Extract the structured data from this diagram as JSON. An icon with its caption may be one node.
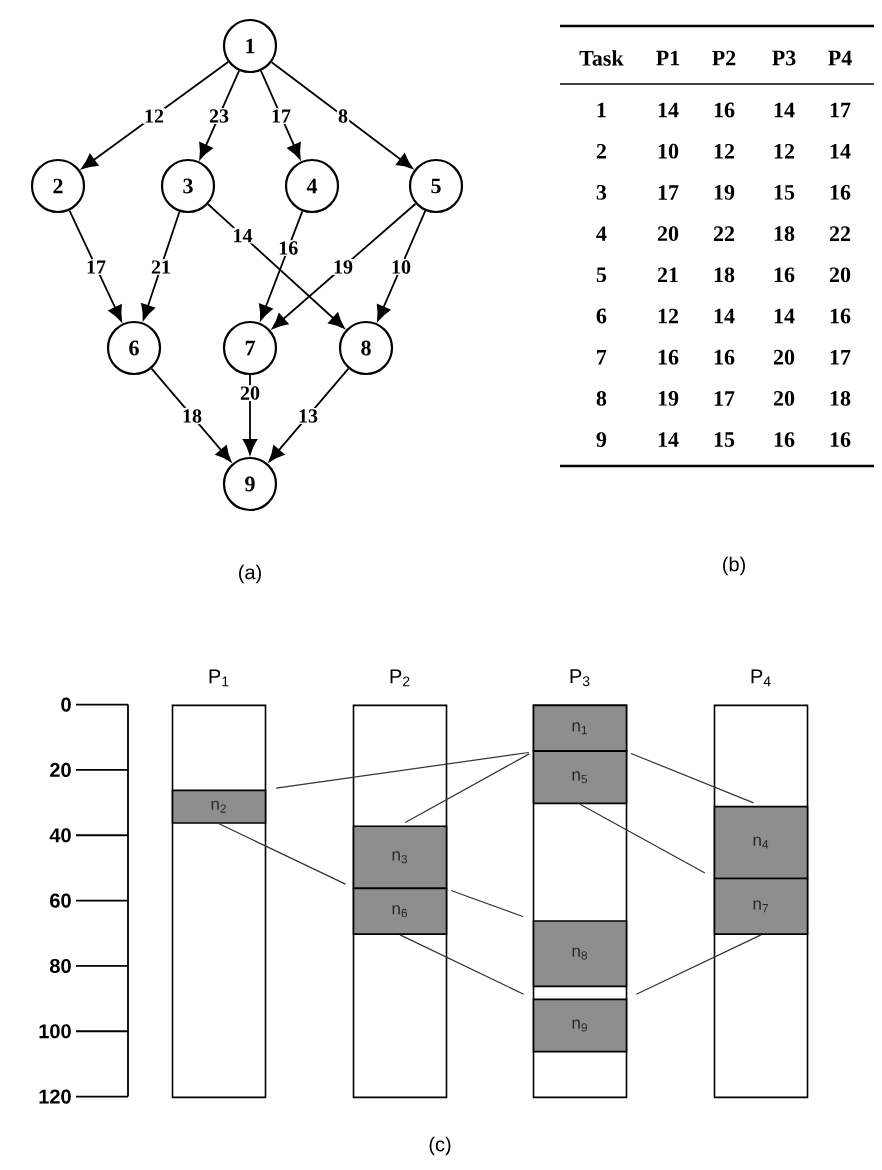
{
  "diagram": {
    "nodes": [
      {
        "text": [
          "1"
        ]
      },
      {
        "text": [
          "2"
        ]
      },
      {
        "text": [
          "3"
        ]
      },
      {
        "text": [
          "4"
        ]
      },
      {
        "text": [
          "5"
        ]
      },
      {
        "text": [
          "6"
        ]
      },
      {
        "text": [
          "7"
        ]
      },
      {
        "text": [
          "8"
        ]
      },
      {
        "text": [
          "9"
        ]
      },
      {
        "text": [
          "P$_{1}$"
        ]
      },
      {
        "text": [
          "n$_{2}$"
        ],
        "in": 9
      },
      {
        "text": [
          "P$_{2}$"
        ]
      },
      {
        "text": [
          "n$_{3}$"
        ],
        "in": 11
      },
      {
        "text": [
          "n$_{6}$"
        ],
        "in": 11
      },
      {
        "text": [
          "P$_{3}$"
        ]
      },
      {
        "text": [
          "n$_{1}$"
        ],
        "in": 14
      },
      {
        "text": [
          "n$_{5}$"
        ],
        "in": 14
      },
      {
        "text": [
          "n$_{8}$"
        ],
        "in": 14
      },
      {
        "text": [
          "n$_{9}$"
        ],
        "in": 14
      },
      {
        "text": [
          "P$_{4}$"
        ]
      },
      {
        "text": [
          "n$_{4}$"
        ],
        "in": 19
      },
      {
        "text": [
          "n$_{7}$"
        ],
        "in": 19
      }
    ],
    "edges": [
      {
        "from": 0,
        "to": 1,
        "arrow": "to",
        "label": "12"
      },
      {
        "from": 0,
        "to": 2,
        "arrow": "to",
        "label": "23"
      },
      {
        "from": 0,
        "to": 3,
        "arrow": "to",
        "label": "17"
      },
      {
        "from": 0,
        "to": 4,
        "arrow": "to",
        "label": "8"
      },
      {
        "from": 1,
        "to": 5,
        "arrow": "to",
        "label": "17"
      },
      {
        "from": 2,
        "to": 5,
        "arrow": "to",
        "label": "21"
      },
      {
        "from": 2,
        "to": 7,
        "arrow": "to",
        "label": "14"
      },
      {
        "from": 3,
        "to": 6,
        "arrow": "to",
        "label": "16"
      },
      {
        "from": 4,
        "to": 6,
        "arrow": "to",
        "label": "19"
      },
      {
        "from": 4,
        "to": 7,
        "arrow": "to",
        "label": "10"
      },
      {
        "from": 5,
        "to": 8,
        "arrow": "to",
        "label": "18"
      },
      {
        "from": 6,
        "to": 8,
        "arrow": "to",
        "label": "20"
      },
      {
        "from": 7,
        "to": 8,
        "arrow": "to",
        "label": "13"
      },
      {
        "from": 15,
        "to": 10,
        "arrow": "none"
      },
      {
        "from": 15,
        "to": 12,
        "arrow": "none"
      },
      {
        "from": 15,
        "to": 20,
        "arrow": "none"
      },
      {
        "from": 10,
        "to": 13,
        "arrow": "none"
      },
      {
        "from": 12,
        "to": 17,
        "arrow": "none"
      },
      {
        "from": 13,
        "to": 18,
        "arrow": "none"
      },
      {
        "from": 16,
        "to": 21,
        "arrow": "none"
      },
      {
        "from": 21,
        "to": 18,
        "arrow": "none"
      }
    ],
    "labels": [
      "Task",
      "P1",
      "P2",
      "P3",
      "P4",
      "1",
      "14",
      "16",
      "14",
      "17",
      "2",
      "10",
      "12",
      "12",
      "14",
      "3",
      "17",
      "19",
      "15",
      "16",
      "4",
      "20",
      "22",
      "18",
      "22",
      "5",
      "21",
      "18",
      "16",
      "20",
      "6",
      "12",
      "14",
      "14",
      "16",
      "7",
      "16",
      "16",
      "20",
      "17",
      "8",
      "19",
      "17",
      "20",
      "18",
      "9",
      "14",
      "15",
      "16",
      "16",
      "(a)",
      "(b)",
      "0",
      "20",
      "40",
      "60",
      "80",
      "100",
      "120",
      "(c)"
    ]
  }
}
